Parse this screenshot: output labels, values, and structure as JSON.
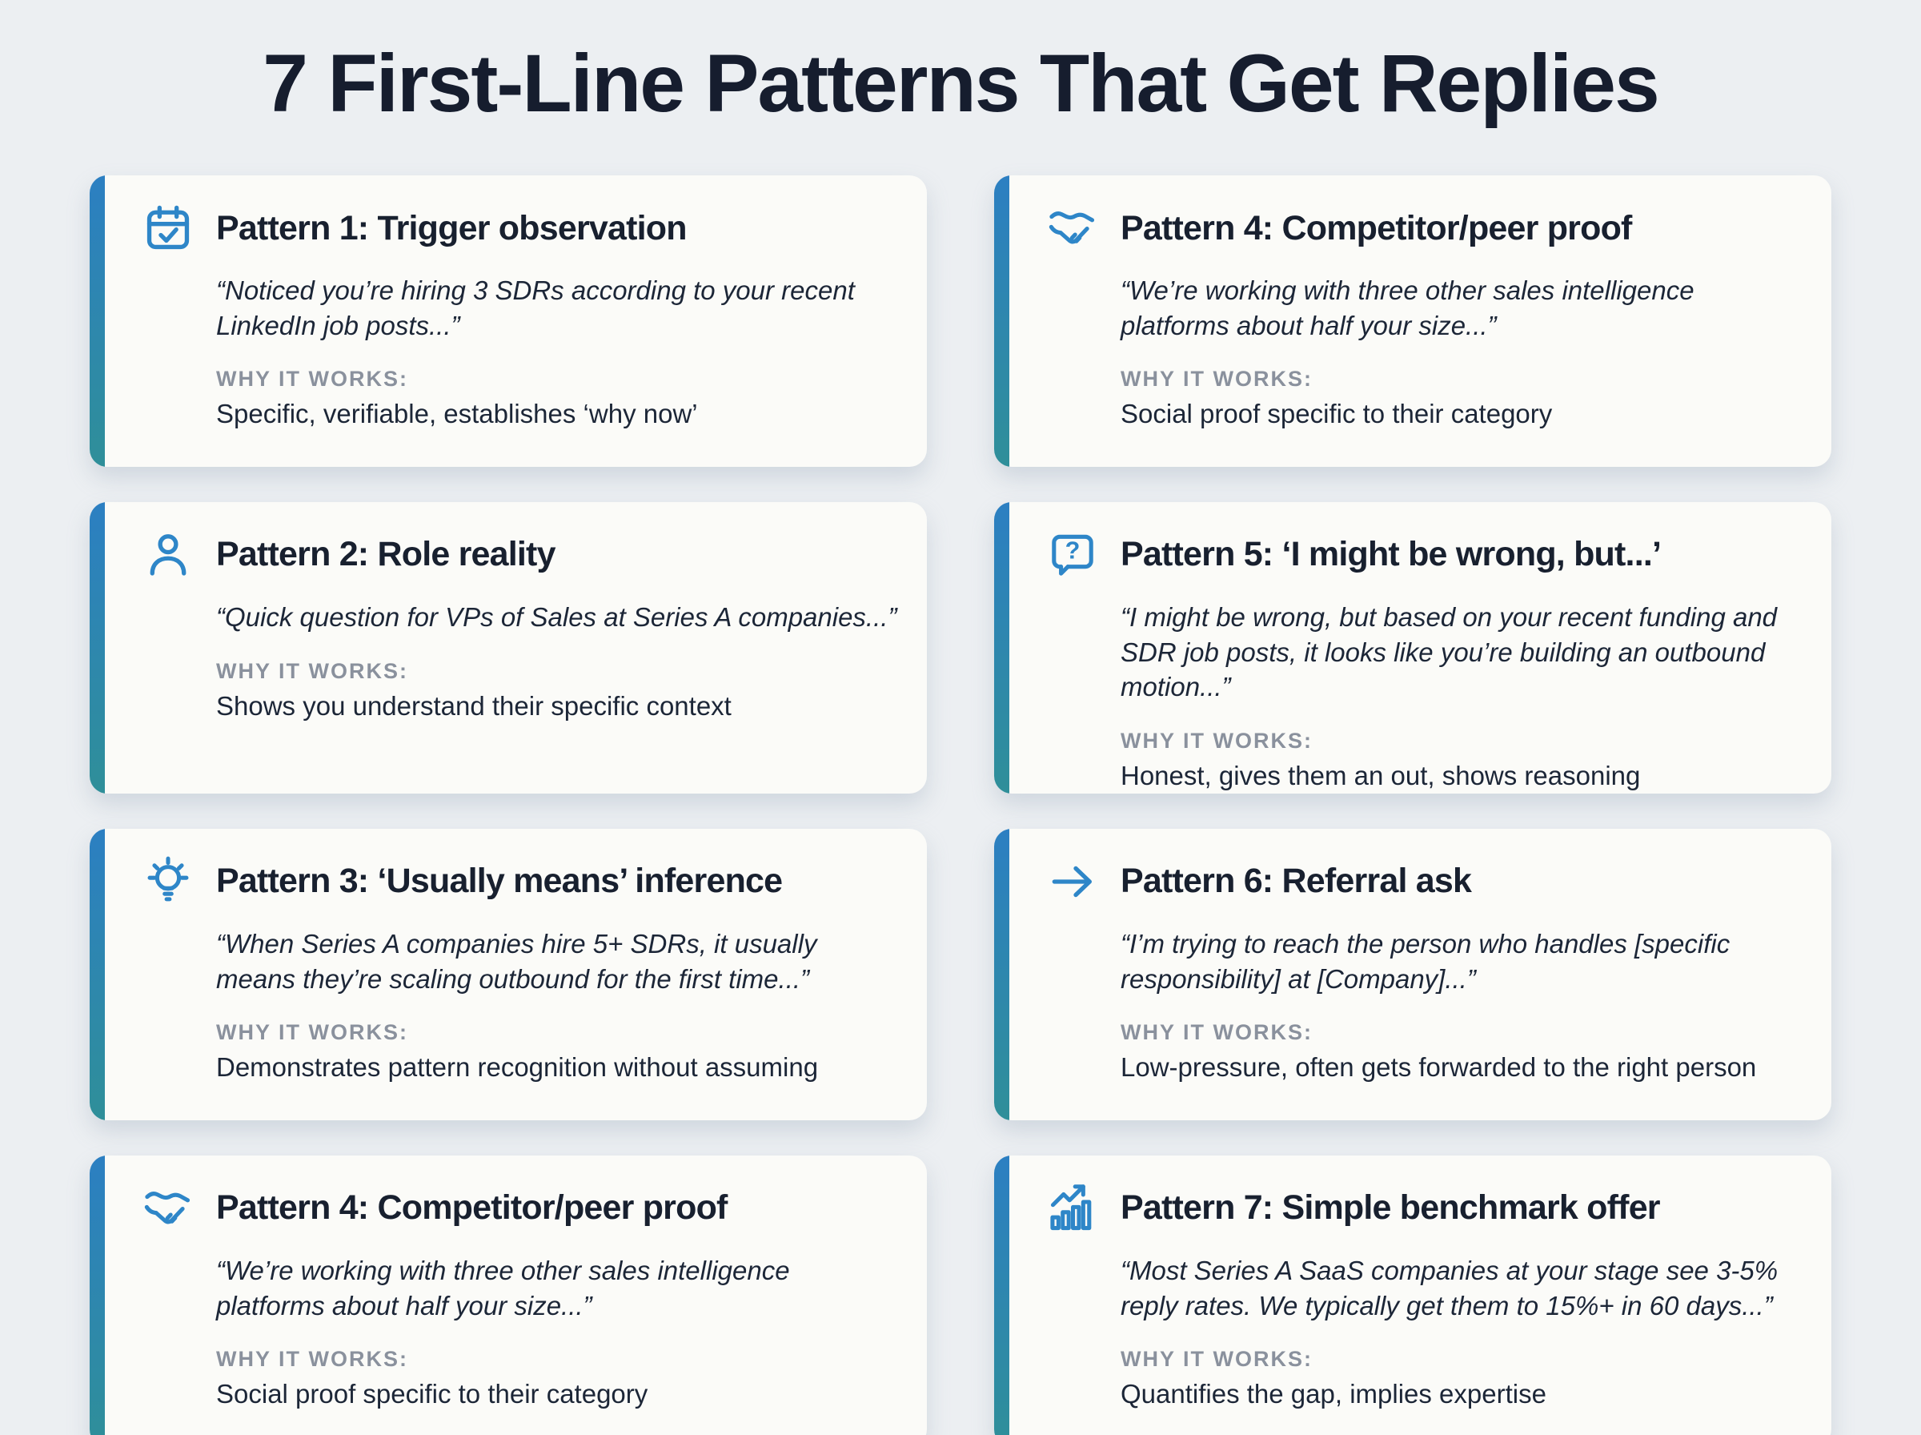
{
  "page": {
    "title": "7 First-Line Patterns That Get Replies"
  },
  "why_label": "WHY IT WORKS:",
  "colors": {
    "page_bg": "#ECEFF2",
    "card_bg": "#FBFBF8",
    "accent_blue": "#2C7FC2",
    "accent_teal": "#2F8F99",
    "icon_blue": "#2E86C8",
    "heading": "#161D2E",
    "muted_label": "#8A919D"
  },
  "cards": [
    {
      "icon": "calendar-check-icon",
      "title": "Pattern 1: Trigger observation",
      "quote": "“Noticed you’re hiring 3 SDRs according to your recent LinkedIn job posts...”",
      "why": "Specific, verifiable, establishes ‘why now’"
    },
    {
      "icon": "user-icon",
      "title": "Pattern 2: Role reality",
      "quote": "“Quick question for VPs of Sales at Series A companies...”",
      "why": "Shows you understand their specific context"
    },
    {
      "icon": "lightbulb-icon",
      "title": "Pattern 3: ‘Usually means’ inference",
      "quote": "“When Series A companies hire 5+ SDRs, it usually means they’re scaling outbound for the first time...”",
      "why": "Demonstrates pattern recognition without assuming"
    },
    {
      "icon": "handshake-icon",
      "title": "Pattern 4: Competitor/peer proof",
      "quote": "“We’re working with three other sales intelligence platforms about half your size...”",
      "why": "Social proof specific to their category"
    },
    {
      "icon": "handshake-icon",
      "title": "Pattern 4: Competitor/peer proof",
      "quote": "“We’re working with three other sales intelligence platforms about half your size...”",
      "why": "Social proof specific to their category"
    },
    {
      "icon": "question-bubble-icon",
      "title": "Pattern 5: ‘I might be wrong, but...’",
      "quote": "“I might be wrong, but based on your recent funding and SDR job posts, it looks like you’re building an outbound motion...”",
      "why": "Honest, gives them an out, shows reasoning"
    },
    {
      "icon": "arrow-right-icon",
      "title": "Pattern 6: Referral ask",
      "quote": "“I’m trying to reach the person who handles [specific responsibility] at [Company]...”",
      "why": "Low-pressure, often gets forwarded to the right person"
    },
    {
      "icon": "bar-chart-trend-icon",
      "title": "Pattern 7: Simple benchmark offer",
      "quote": "“Most Series A SaaS companies at your stage see 3-5% reply rates. We typically get them to 15%+ in 60 days...”",
      "why": "Quantifies the gap, implies expertise"
    }
  ]
}
